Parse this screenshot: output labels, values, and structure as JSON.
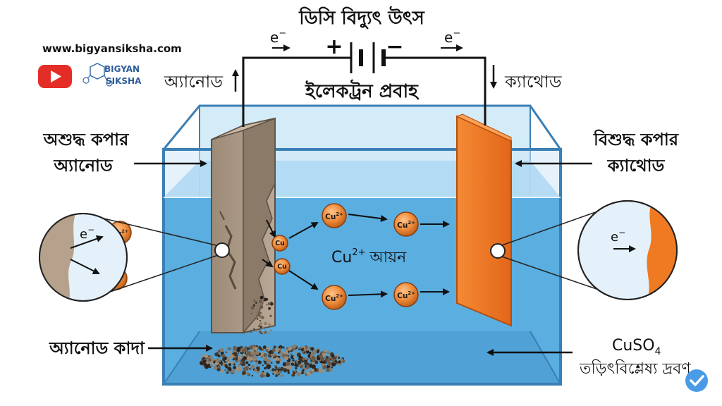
{
  "branding": {
    "website": "www.bigyansiksha.com",
    "logo_line1": "BIGYAN",
    "logo_line2": "SIKSHA",
    "youtube_icon": "youtube-icon",
    "verified_icon": "verified-check-icon"
  },
  "labels": {
    "power_source": "ডিসি বিদ্যুৎ উৎস",
    "electron_flow": "ইলেকট্রন প্রবাহ",
    "electron": "e",
    "electron_sup": "−",
    "plus": "+",
    "minus": "−",
    "anode_top": "অ্যানোড",
    "cathode_top": "ক্যাথোড",
    "impure_copper_line1": "অশুদ্ধ কপার",
    "impure_copper_line2": "অ্যানোড",
    "pure_copper_line1": "বিশুদ্ধ কপার",
    "pure_copper_line2": "ক্যাথোড",
    "ions": "আয়ন",
    "ion_base": "Cu",
    "ion_charge": "2+",
    "anode_mud": "অ্যানোড কাদা",
    "electrolyte_formula": "CuSO",
    "electrolyte_subscript": "4",
    "electrolyte_name": "তড়িৎবিশ্লেষ্য দ্রবণ",
    "cu_atom": "Cu"
  },
  "colors": {
    "solution": "#5aaee0",
    "tank_edge": "#3a7fb5",
    "anode": "#a89684",
    "cathode": "#f07a22",
    "ion": "#ee8a3a"
  }
}
